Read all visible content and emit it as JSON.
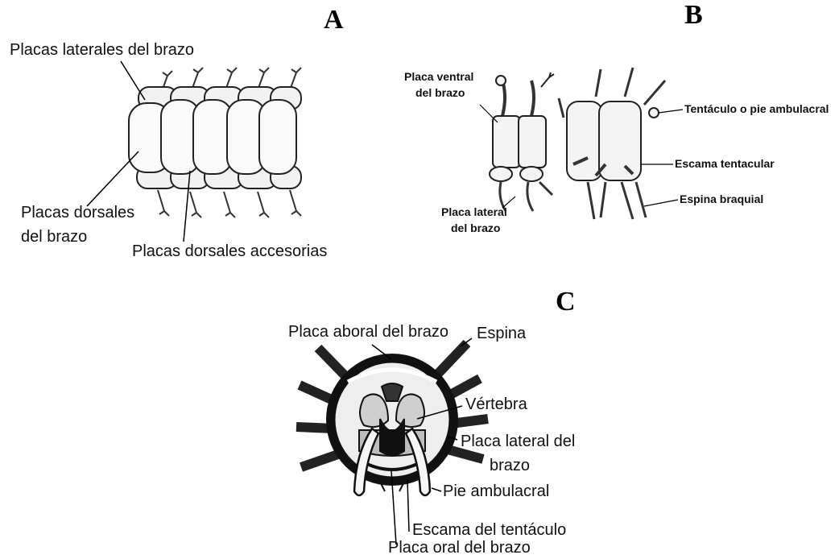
{
  "panels": {
    "a": {
      "letter": "A",
      "labels": {
        "lateral_plates": "Placas laterales del brazo",
        "dorsal_plates_line1": "Placas dorsales",
        "dorsal_plates_line2": "del brazo",
        "accessory_plates": "Placas dorsales accesorias"
      }
    },
    "b": {
      "letter": "B",
      "labels": {
        "ventral_plate_line1": "Placa ventral",
        "ventral_plate_line2": "del brazo",
        "lateral_plate_line1": "Placa lateral",
        "lateral_plate_line2": "del brazo",
        "tentacle": "Tentáculo o pie ambulacral",
        "tentacle_scale": "Escama tentacular",
        "arm_spine": "Espina braquial"
      }
    },
    "c": {
      "letter": "C",
      "labels": {
        "aboral_plate": "Placa aboral del brazo",
        "spine": "Espina",
        "vertebra": "Vértebra",
        "lateral_plate_line1": "Placa lateral del",
        "lateral_plate_line2": "brazo",
        "tube_foot": "Pie ambulacral",
        "tentacle_scale": "Escama del tentáculo",
        "oral_plate": "Placa oral del brazo"
      }
    }
  }
}
